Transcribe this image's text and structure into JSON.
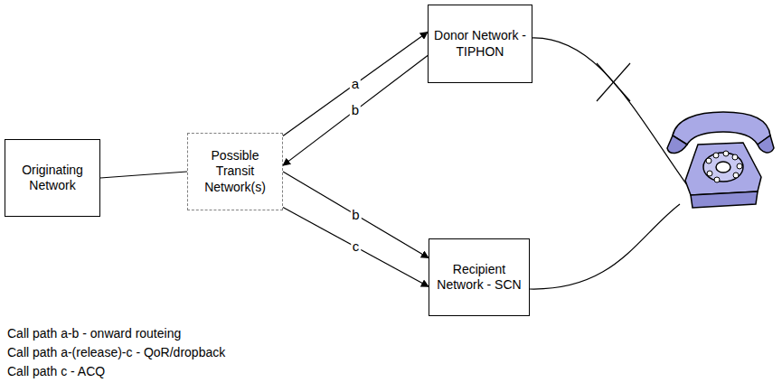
{
  "diagram": {
    "nodes": [
      {
        "text": [
          "Originating Network"
        ]
      },
      {
        "text": [
          "Possible Transit Network(s)"
        ]
      },
      {
        "text": [
          "Donor Network - TIPHON"
        ]
      },
      {
        "text": [
          "Recipient Network - SCN"
        ]
      }
    ],
    "edges": [
      {
        "from": 0,
        "to": 1,
        "arrow": "none"
      },
      {
        "from": 1,
        "to": 2,
        "label": "a",
        "arrow": "to"
      },
      {
        "from": 2,
        "to": 1,
        "label": "b",
        "arrow": "to"
      },
      {
        "from": 1,
        "to": 3,
        "label": "b",
        "arrow": "to"
      },
      {
        "from": 1,
        "to": 3,
        "label": "c",
        "arrow": "to"
      }
    ],
    "labels": [
      "Call path a-b - onward routeing",
      "Call path a-(release)-c - QoR/dropback",
      "Call path c - ACQ"
    ]
  }
}
